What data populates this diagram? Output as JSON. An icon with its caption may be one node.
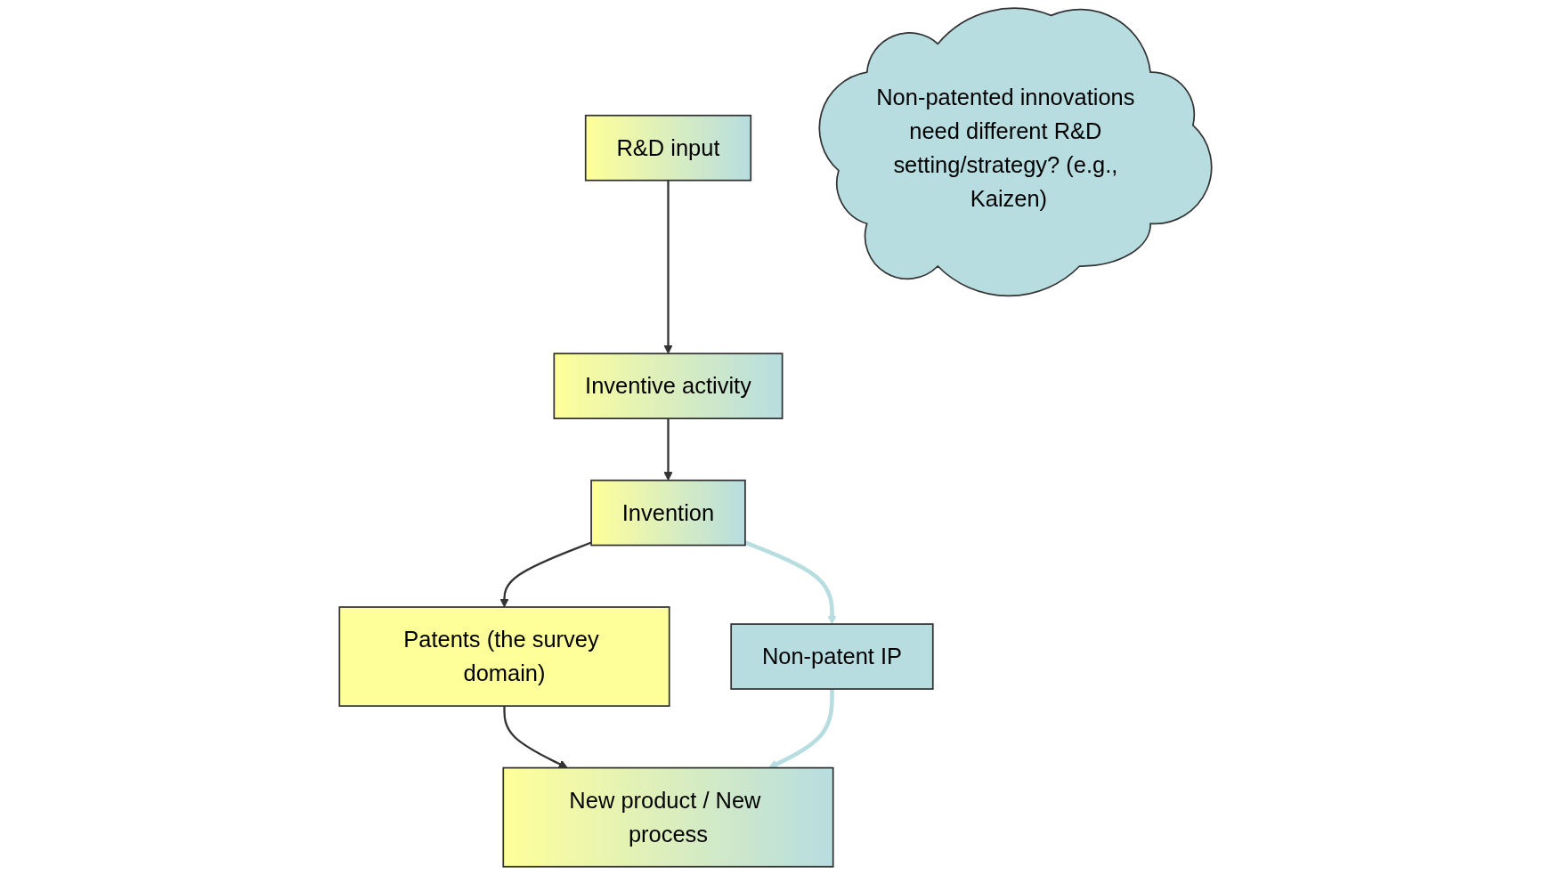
{
  "diagram": {
    "nodes": [
      {
        "text": [
          "R&D input"
        ]
      },
      {
        "text": [
          "Inventive activity"
        ]
      },
      {
        "text": [
          "Invention"
        ]
      },
      {
        "text": [
          "Patents (the survey domain)"
        ]
      },
      {
        "text": [
          "Non-patent IP"
        ]
      },
      {
        "text": [
          "New product / New process"
        ]
      },
      {
        "text": [
          "Non-patented innovations need different R&D setting/strategy? (e.g., Kaizen)"
        ]
      }
    ],
    "edges": [
      {
        "from": 0,
        "to": 1,
        "arrow": "to"
      },
      {
        "from": 1,
        "to": 2,
        "arrow": "to"
      },
      {
        "from": 2,
        "to": 3,
        "arrow": "to"
      },
      {
        "from": 2,
        "to": 4,
        "arrow": "to",
        "color": "#b7dde0"
      },
      {
        "from": 3,
        "to": 5,
        "arrow": "to"
      },
      {
        "from": 4,
        "to": 5,
        "arrow": "to",
        "color": "#b7dde0"
      }
    ]
  }
}
